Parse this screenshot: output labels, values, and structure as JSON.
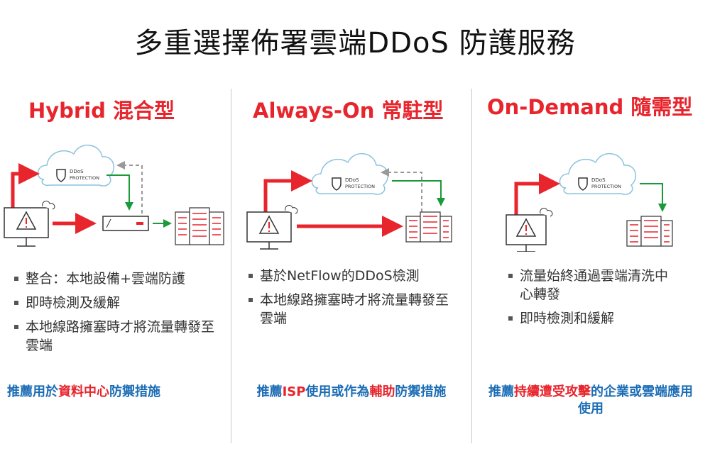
{
  "title": "多重選擇佈署雲端DDoS 防護服務",
  "badge": {
    "line1": "DDoS",
    "line2": "PROTECTION"
  },
  "colors": {
    "red": "#e8242c",
    "blue": "#1c6db5",
    "green": "#1a9a3a"
  },
  "columns": [
    {
      "heading": "Hybrid 混合型",
      "bullets": [
        "整合：本地設備+雲端防護",
        "即時檢測及緩解",
        "本地線路擁塞時才將流量轉發至雲端"
      ],
      "recommend": {
        "p1": "推薦用於",
        "h1": "資料中心",
        "p2": "防禦措施"
      }
    },
    {
      "heading": "Always-On 常駐型",
      "bullets": [
        "基於NetFlow的DDoS檢測",
        "本地線路擁塞時才將流量轉發至雲端"
      ],
      "recommend": {
        "p1": "推薦",
        "h1": "ISP",
        "p2": "使用或作為",
        "h2": "輔助",
        "p3": "防禦措施"
      }
    },
    {
      "heading": "On-Demand 隨需型",
      "bullets": [
        "流量始終通過雲端清洗中心轉發",
        "即時檢測和緩解"
      ],
      "recommend": {
        "p1": "推薦",
        "h1": "持續遭受攻擊",
        "p2": "的企業或雲端應用使用"
      }
    }
  ]
}
